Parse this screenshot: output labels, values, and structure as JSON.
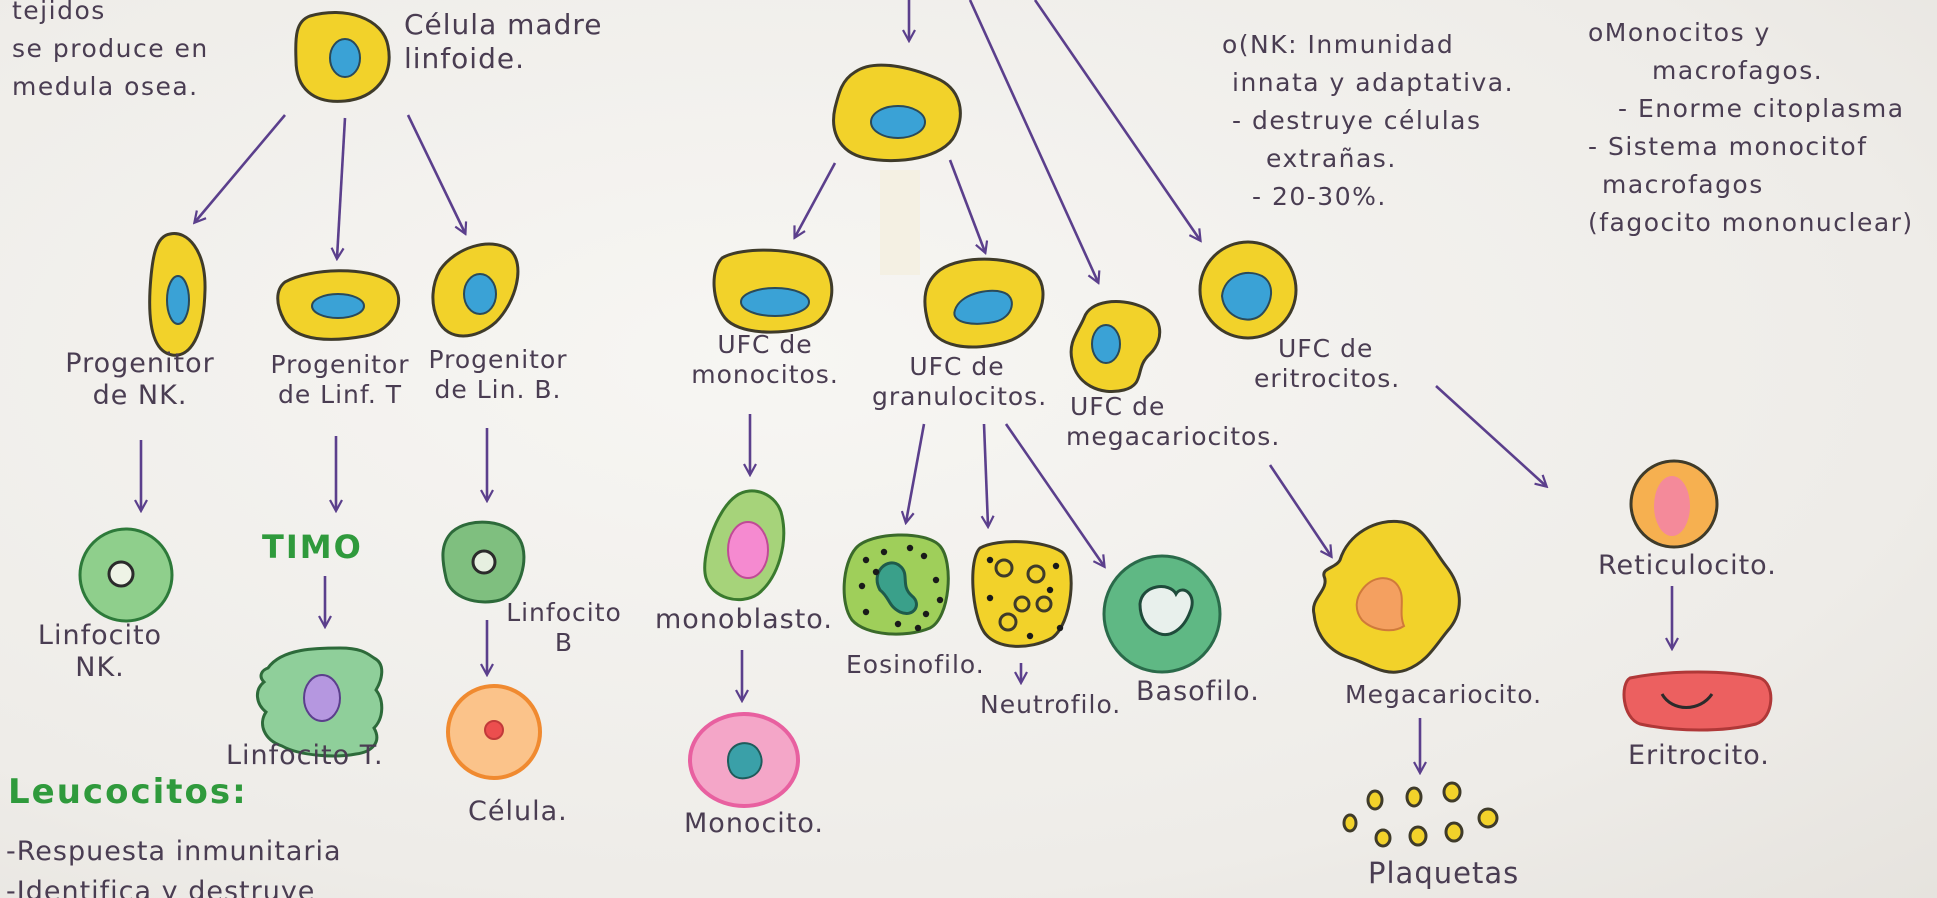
{
  "top_left_text": [
    "tejidos",
    "se produce en",
    "medula osea."
  ],
  "lymphoid_stem_label": "Célula madre linfoide.",
  "nk_note": [
    "o(NK: Inmunidad",
    "innata y adaptativa.",
    "- destruye células",
    "extrañas.",
    "- 20-30%."
  ],
  "monocyte_note": [
    "oMonocitos y",
    "macrofagos.",
    "- Enorme citoplasma",
    "- Sistema monocitof",
    "macrofagos",
    "(fagocito mononuclear)"
  ],
  "progenitors": {
    "nk": [
      "Progenitor",
      "de NK."
    ],
    "t": [
      "Progenitor",
      "de Linf. T"
    ],
    "b": [
      "Progenitor",
      "de Lin. B."
    ]
  },
  "ufc": {
    "mono": [
      "UFC de",
      "monocitos."
    ],
    "granulo": [
      "UFC de",
      "granulocitos."
    ],
    "mega": [
      "UFC de",
      "megacariocitos."
    ],
    "eritro": [
      "UFC de",
      "eritrocitos."
    ]
  },
  "timo": "TIMO",
  "mature": {
    "linfocito_nk": [
      "Linfocito",
      "NK."
    ],
    "linfocito_t": "Linfocito T.",
    "linfocito_b": [
      "Linfocito",
      "B"
    ],
    "celula": "Célula.",
    "monoblasto": "monoblasto.",
    "monocito": "Monocito.",
    "eosinofilo": "Eosinofilo.",
    "neutrofilo": "Neutrofilo.",
    "basofilo": "Basofilo.",
    "megacariocito": "Megacariocito.",
    "plaquetas": "Plaquetas",
    "reticulocito": "Reticulocito.",
    "eritrocito": "Eritrocito."
  },
  "leucocitos": {
    "title": "Leucocitos:",
    "lines": [
      "-Respuesta inmunitaria",
      "-Identifica y destruye"
    ]
  },
  "colors": {
    "ink": "#4a3d52",
    "arrow": "#5b3f8c",
    "cell_yellow": "#f2d22a",
    "nucleus_blue": "#3aa2d6",
    "cell_green": "#7cc17a",
    "accent_green": "#2f9a3c",
    "pink": "#f07ab8",
    "red": "#ec5a5a",
    "orange": "#f39a4a"
  }
}
